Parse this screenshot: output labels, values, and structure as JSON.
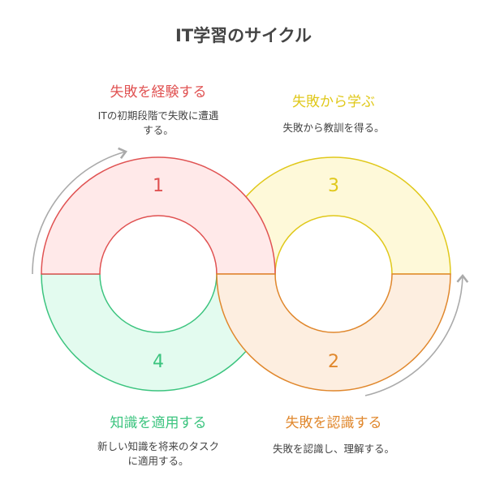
{
  "title": "IT学習のサイクル",
  "steps": [
    {
      "number": "1",
      "heading": "失敗を経験する",
      "desc1": "ITの初期段階で失敗に遭遇",
      "desc2": "する。",
      "color": "#e05252",
      "fill": "#ffe9e9"
    },
    {
      "number": "2",
      "heading": "失敗を認識する",
      "desc1": "失敗を認識し、理解する。",
      "desc2": "",
      "color": "#e0872c",
      "fill": "#fdeee0"
    },
    {
      "number": "3",
      "heading": "失敗から学ぶ",
      "desc1": "失敗から教訓を得る。",
      "desc2": "",
      "color": "#e0c81a",
      "fill": "#fef9d9"
    },
    {
      "number": "4",
      "heading": "知識を適用する",
      "desc1": "新しい知識を将来のタスク",
      "desc2": "に適用する。",
      "color": "#3cc47f",
      "fill": "#e3fbef"
    }
  ]
}
